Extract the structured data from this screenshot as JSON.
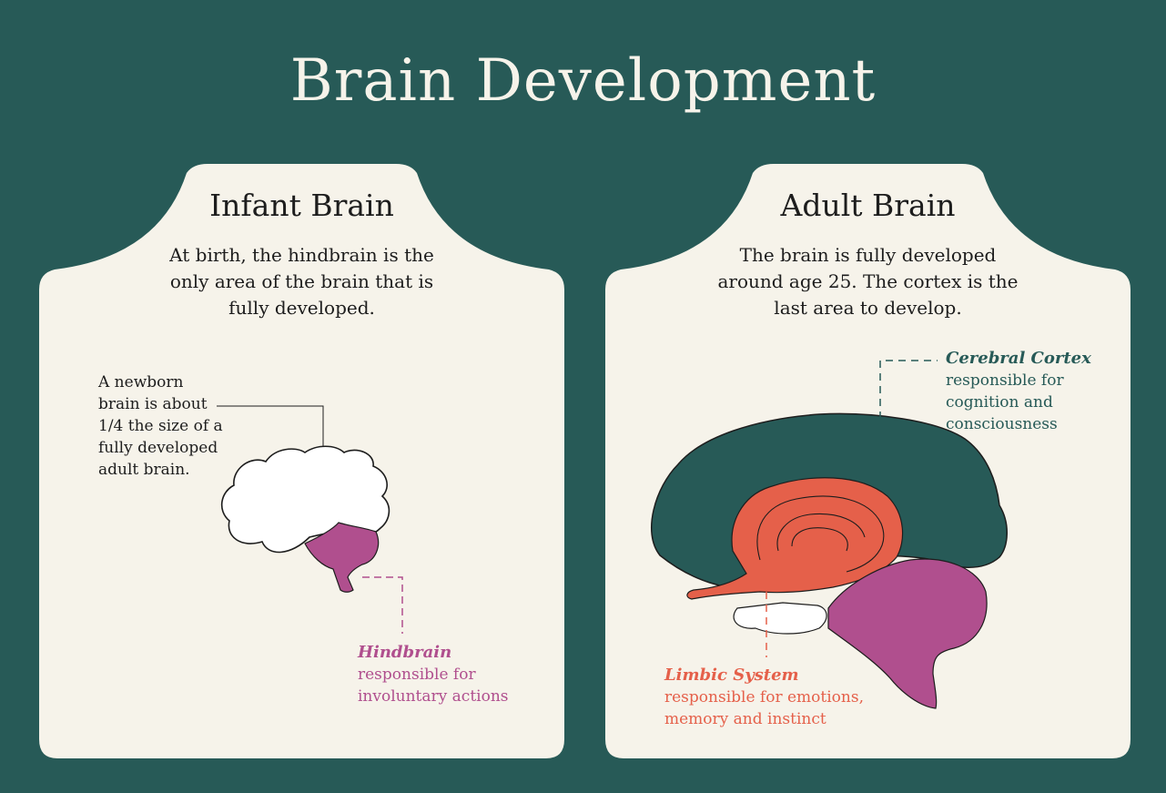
{
  "title": "Brain Development",
  "colors": {
    "background": "#275a57",
    "card": "#f6f3ea",
    "cortex": "#275a57",
    "limbic": "#e5604a",
    "hindbrain": "#b04f8e"
  },
  "infant": {
    "title": "Infant Brain",
    "description": [
      "At birth, the hindbrain is the",
      "only area of the brain that is",
      "fully developed."
    ],
    "note": [
      "A newborn",
      "brain is about",
      "1/4 the size of a",
      "fully developed",
      "adult brain."
    ],
    "hindbrain": {
      "name": "Hindbrain",
      "desc": [
        "responsible for",
        "involuntary actions"
      ]
    }
  },
  "adult": {
    "title": "Adult Brain",
    "description": [
      "The brain is fully developed",
      "around age 25. The cortex is the",
      "last area to develop."
    ],
    "cortex": {
      "name": "Cerebral Cortex",
      "desc": [
        "responsible for",
        "cognition and",
        "consciousness"
      ]
    },
    "limbic": {
      "name": "Limbic System",
      "desc": [
        "responsible for emotions,",
        "memory and instinct"
      ]
    }
  }
}
